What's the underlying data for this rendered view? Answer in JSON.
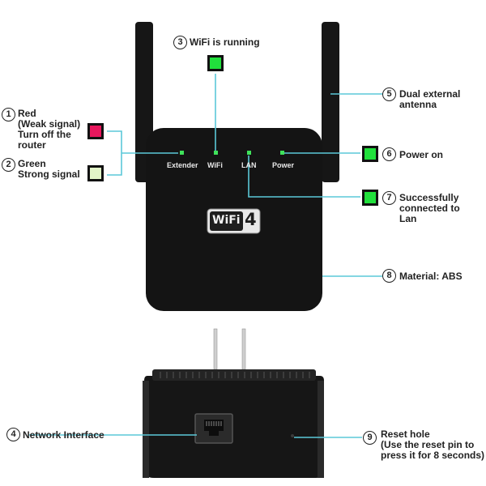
{
  "callouts": [
    {
      "num": "1",
      "text": "Red\n(Weak signal)\nTurn off the\nrouter"
    },
    {
      "num": "2",
      "text": "Green\nStrong signal"
    },
    {
      "num": "3",
      "text": "WiFi is running"
    },
    {
      "num": "4",
      "text": "Network Interface"
    },
    {
      "num": "5",
      "text": "Dual external\nantenna"
    },
    {
      "num": "6",
      "text": "Power on"
    },
    {
      "num": "7",
      "text": "Successfully\nconnected to\nLan"
    },
    {
      "num": "8",
      "text": "Material: ABS"
    },
    {
      "num": "9",
      "text": "Reset hole\n(Use the reset pin to\npress it for 8 seconds)"
    }
  ],
  "led_labels": [
    "Extender",
    "WiFi",
    "LAN",
    "Power"
  ],
  "badge": {
    "wifi": "WiFi",
    "gen": "4"
  },
  "colors": {
    "red_led": "#e8175d",
    "pale_green_led": "#e2f5c8",
    "green_led": "#21e03c",
    "led_green": "#3fe25a",
    "leader_line": "#5bc8d8",
    "device_body": "#141414"
  }
}
